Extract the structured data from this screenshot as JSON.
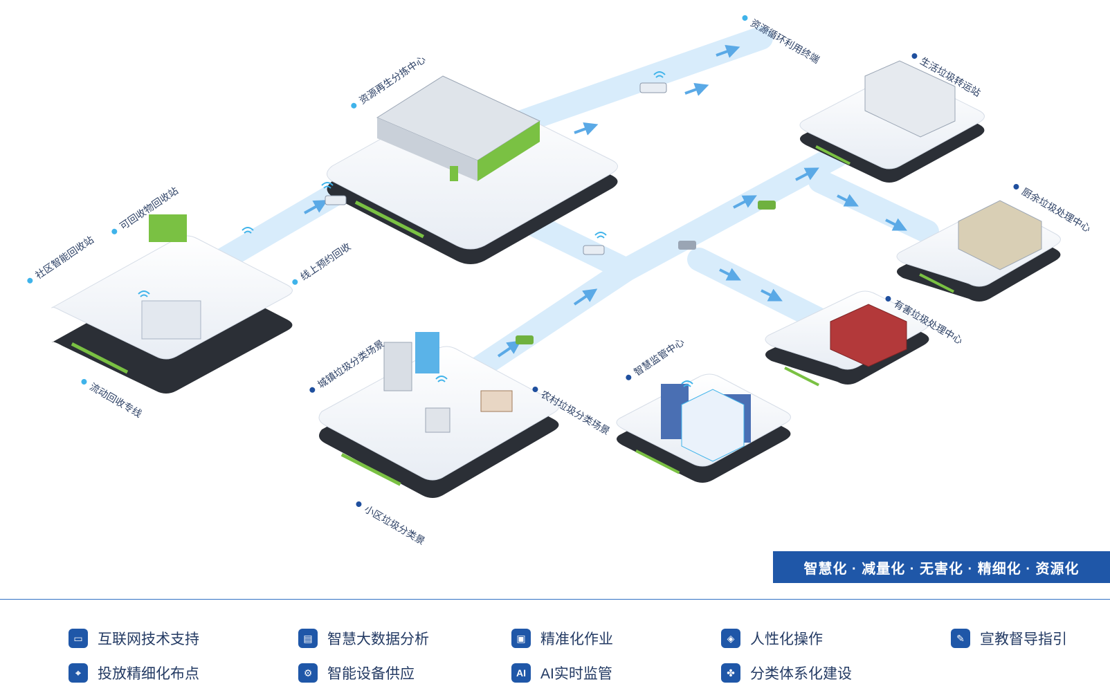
{
  "labels": {
    "community_station": "社区智能回收站",
    "recyclable_station": "可回收物回收站",
    "mobile_line": "流动回收专线",
    "online_booking": "线上预约回收",
    "sorting_center": "资源再生分拣中心",
    "recycling_terminal": "资源循环利用终端",
    "transfer_station": "生活垃圾转运站",
    "kitchen_center": "厨余垃圾处理中心",
    "hazardous_center": "有害垃圾处理中心",
    "smart_monitor": "智慧监管中心",
    "town_scene": "城镇垃圾分类场景",
    "rural_scene": "农村垃圾分类场景",
    "residential_scene": "小区垃圾分类景"
  },
  "slogan": "智慧化 · 减量化 · 无害化 · 精细化 · 资源化",
  "features": [
    {
      "label": "互联网技术支持",
      "icon": "laptop-icon"
    },
    {
      "label": "智慧大数据分析",
      "icon": "data-chart-icon"
    },
    {
      "label": "精准化作业",
      "icon": "monitor-icon"
    },
    {
      "label": "人性化操作",
      "icon": "gear-shield-icon"
    },
    {
      "label": "宣教督导指引",
      "icon": "book-pen-icon"
    },
    {
      "label": "投放精细化布点",
      "icon": "map-pin-icon"
    },
    {
      "label": "智能设备供应",
      "icon": "settings-icon"
    },
    {
      "label": "AI实时监管",
      "icon": "ai-icon",
      "glyph": "AI"
    },
    {
      "label": "分类体系化建设",
      "icon": "grid-icon"
    }
  ],
  "colors": {
    "brand": "#1f57a8",
    "flow": "#d8ecfb",
    "arrow": "#5aa9e6",
    "accent_green": "#7ac143",
    "platform_dark": "#2b2f36"
  }
}
